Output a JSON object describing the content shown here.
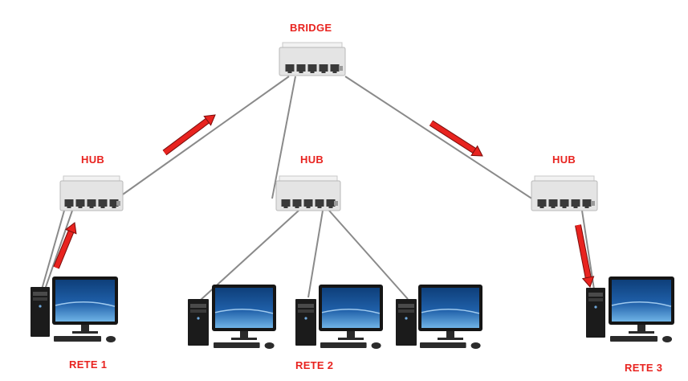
{
  "diagram": {
    "bridge_label": "BRIDGE",
    "hub_label": "HUB",
    "networks": [
      "RETE 1",
      "RETE 2",
      "RETE 3"
    ],
    "colors": {
      "label": "#e8231f",
      "arrow": "#e8231f",
      "cable": "#8a8a8a",
      "device_body": "#e4e4e4",
      "port": "#3a3a3a",
      "screen": "#1f5fa8",
      "tower": "#1b1b1b"
    },
    "icons": [
      "network-switch-icon",
      "desktop-computer-icon",
      "arrow-icon"
    ]
  }
}
